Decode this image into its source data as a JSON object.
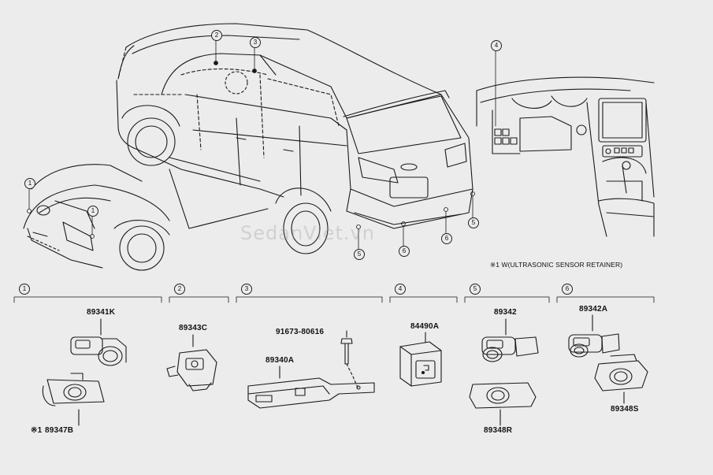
{
  "callout_numbers": [
    "1",
    "2",
    "3",
    "4",
    "5",
    "6"
  ],
  "group_headers": [
    "1",
    "2",
    "3",
    "4",
    "5",
    "6"
  ],
  "parts": {
    "p89341K": "89341K",
    "p89347B": "89347B",
    "p89347B_mark": "※1",
    "p89343C": "89343C",
    "p91673": "91673-80616",
    "p89340A": "89340A",
    "p84490A": "84490A",
    "p89342": "89342",
    "p89348R": "89348R",
    "p89342A": "89342A",
    "p89348S": "89348S"
  },
  "footnote": "※1 W(ULTRASONIC SENSOR RETAINER)",
  "watermark": "SedanViet.vn"
}
